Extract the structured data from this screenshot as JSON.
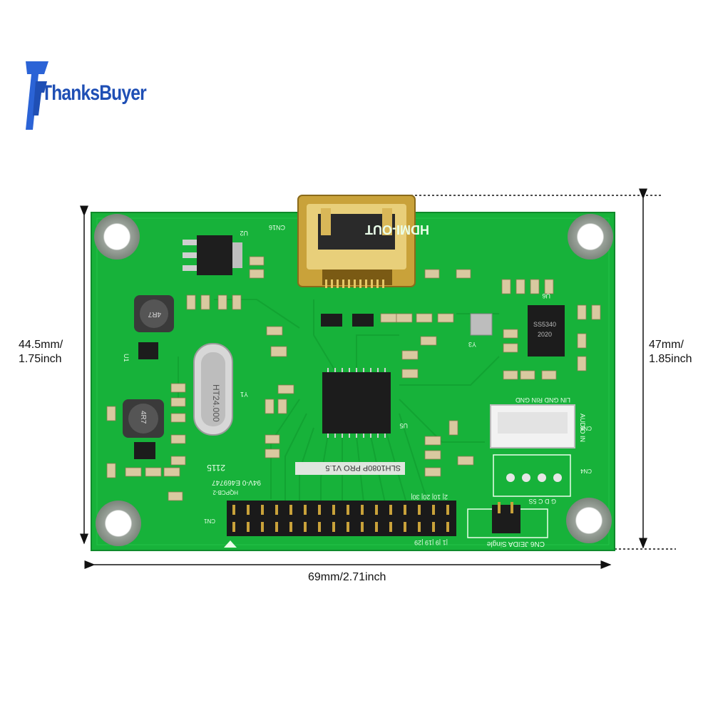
{
  "brand": {
    "name": "ThanksBuyer",
    "color": "#1f4fb5"
  },
  "dimensions": {
    "left_height_line1": "44.5mm/",
    "left_height_line2": "1.75inch",
    "right_height_line1": "47mm/",
    "right_height_line2": "1.85inch",
    "width": "69mm/2.71inch"
  },
  "board": {
    "connector_label": "HDMI-OUT",
    "model": "SLH1080P PRO V1.5",
    "cn16": "CN16",
    "u2": "U2",
    "u1": "U1",
    "y1": "Y1",
    "crystal": "HT24.000",
    "inductor_1": "4R7",
    "inductor_2": "4R7",
    "u6": "U6",
    "u6_chip": "SS5340",
    "u6_date": "2020",
    "y3": "Y3",
    "u5": "U5",
    "cn8_label": "AUDIO IN",
    "cn8_pins": "LIN GND RIN GND",
    "cn8": "CN8",
    "cn4": "CN4",
    "cn4_pins": "G D C 5S",
    "cn6_label": "CN6 JEIDA Single",
    "cn1": "CN1",
    "header_top": "2|   10|   20|   30|",
    "header_bottom": "|1   |9   |19   |29",
    "date_code": "2115",
    "rating": "94V-0 E469747",
    "hqpcb": "HQPCB-2",
    "colors": {
      "pcb": "#17b23a",
      "pcb_dark": "#0f8a2b",
      "silk": "#eaffea",
      "gold": "#c9a23a"
    }
  }
}
